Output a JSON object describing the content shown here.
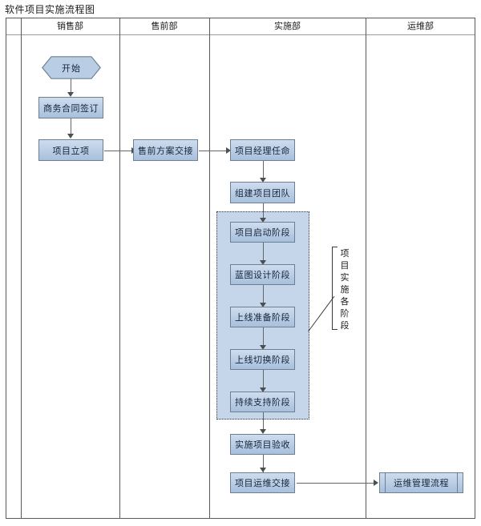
{
  "document": {
    "title": "软件项目实施流程图"
  },
  "swimlanes": {
    "headers": [
      {
        "label": "销售部"
      },
      {
        "label": "售前部"
      },
      {
        "label": "实施部"
      },
      {
        "label": "运维部"
      }
    ]
  },
  "nodes": {
    "start": {
      "label": "开始",
      "shape": "hexagon",
      "lane": "销售部"
    },
    "contract": {
      "label": "商务合同签订",
      "shape": "process",
      "lane": "销售部"
    },
    "initiation": {
      "label": "项目立项",
      "shape": "process",
      "lane": "销售部"
    },
    "presales_handover": {
      "label": "售前方案交接",
      "shape": "process",
      "lane": "售前部"
    },
    "pm_appointment": {
      "label": "项目经理任命",
      "shape": "process",
      "lane": "实施部"
    },
    "team_building": {
      "label": "组建项目团队",
      "shape": "process",
      "lane": "实施部"
    },
    "phase_kickoff": {
      "label": "项目启动阶段",
      "shape": "process",
      "lane": "实施部"
    },
    "phase_blueprint": {
      "label": "蓝图设计阶段",
      "shape": "process",
      "lane": "实施部"
    },
    "phase_golive_prep": {
      "label": "上线准备阶段",
      "shape": "process",
      "lane": "实施部"
    },
    "phase_golive_switch": {
      "label": "上线切换阶段",
      "shape": "process",
      "lane": "实施部"
    },
    "phase_support": {
      "label": "持续支持阶段",
      "shape": "process",
      "lane": "实施部"
    },
    "acceptance": {
      "label": "实施项目验收",
      "shape": "process",
      "lane": "实施部"
    },
    "ops_handover": {
      "label": "项目运维交接",
      "shape": "process",
      "lane": "实施部"
    },
    "ops_process": {
      "label": "运维管理流程",
      "shape": "predefined-process",
      "lane": "运维部"
    }
  },
  "annotation": {
    "bracket_label": "项目实施各阶段",
    "bracket_chars": [
      "项",
      "目",
      "实",
      "施",
      "各",
      "阶",
      "段"
    ]
  },
  "colors": {
    "shape_fill": "#b9cde4",
    "shape_border": "#6d7f93",
    "group_fill": "#c5d6ea",
    "connector": "#63676b",
    "lane_border": "#595959"
  }
}
